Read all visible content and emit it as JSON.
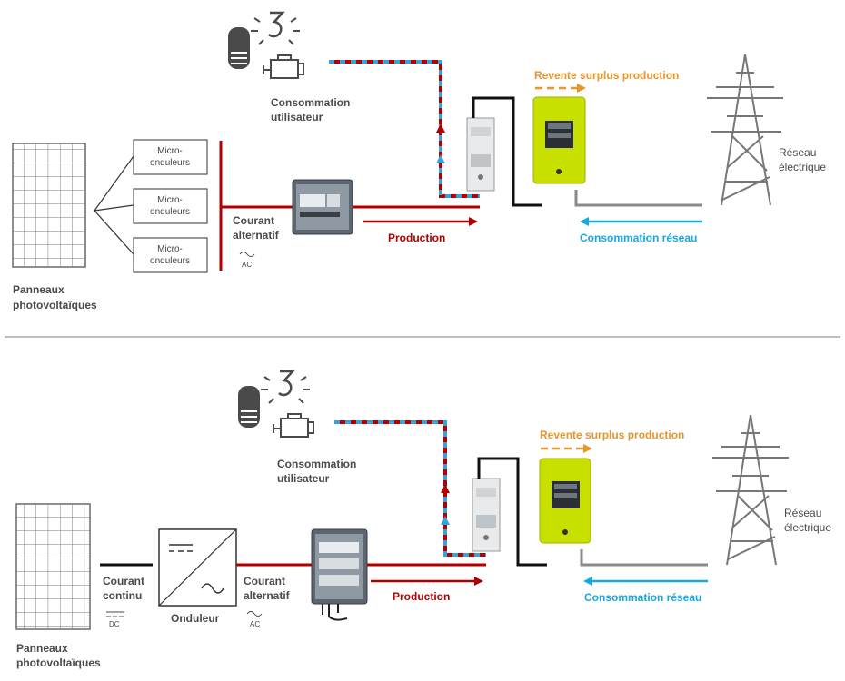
{
  "colors": {
    "ac_line": "#b00000",
    "dc_line": "#111111",
    "consumption_dash": "#3aa0d8",
    "surplus": "#e8962a",
    "grid_arrow": "#19a7e0",
    "grid_line": "#8a8a8a",
    "meter_body": "#c8e000",
    "label_gray": "#4a4a4a",
    "divider": "#999999"
  },
  "top": {
    "panels_label_1": "Panneaux",
    "panels_label_2": "photovoltaïques",
    "micro_inverters": [
      {
        "line1": "Micro-",
        "line2": "onduleurs"
      },
      {
        "line1": "Micro-",
        "line2": "onduleurs"
      },
      {
        "line1": "Micro-",
        "line2": "onduleurs"
      }
    ],
    "ac_label_1": "Courant",
    "ac_label_2": "alternatif",
    "ac_symbol": "AC",
    "consumption_label_1": "Consommation",
    "consumption_label_2": "utilisateur",
    "production_label": "Production",
    "surplus_label": "Revente surplus production",
    "grid_consumption_label": "Consommation réseau",
    "grid_label_1": "Réseau",
    "grid_label_2": "électrique"
  },
  "bottom": {
    "panels_label_1": "Panneaux",
    "panels_label_2": "photovoltaïques",
    "dc_label_1": "Courant",
    "dc_label_2": "continu",
    "dc_symbol": "DC",
    "inverter_label": "Onduleur",
    "ac_label_1": "Courant",
    "ac_label_2": "alternatif",
    "ac_symbol": "AC",
    "consumption_label_1": "Consommation",
    "consumption_label_2": "utilisateur",
    "production_label": "Production",
    "surplus_label": "Revente surplus production",
    "grid_consumption_label": "Consommation réseau",
    "grid_label_1": "Réseau",
    "grid_label_2": "électrique"
  }
}
